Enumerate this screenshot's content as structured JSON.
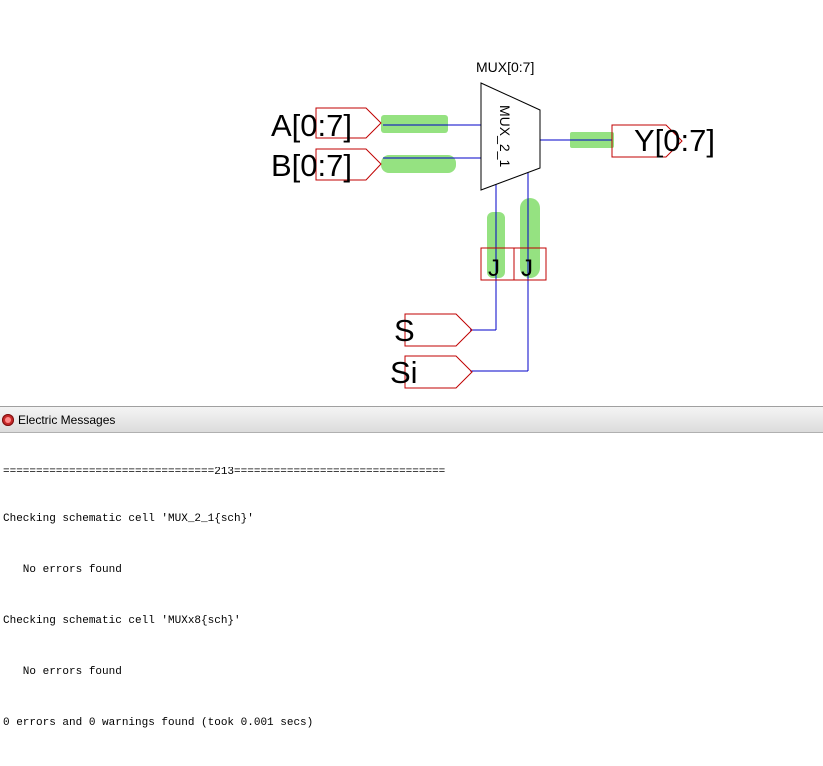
{
  "schematic": {
    "title_label": "MUX[0:7]",
    "block_label": "MUX_2_1",
    "inputs": [
      "A[0:7]",
      "B[0:7]",
      "S",
      "Si"
    ],
    "output": "Y[0:7]",
    "junction_labels": [
      "J",
      "J"
    ],
    "colors": {
      "wire": "#0000c8",
      "pin_outline": "#c00000",
      "highlight": "#8fe07a"
    }
  },
  "messages_window": {
    "title": "Electric Messages",
    "lines": [
      "================================213================================",
      "Checking schematic cell 'MUX_2_1{sch}'",
      "   No errors found",
      "Checking schematic cell 'MUXx8{sch}'",
      "   No errors found",
      "0 errors and 0 warnings found (took 0.001 secs)"
    ]
  }
}
